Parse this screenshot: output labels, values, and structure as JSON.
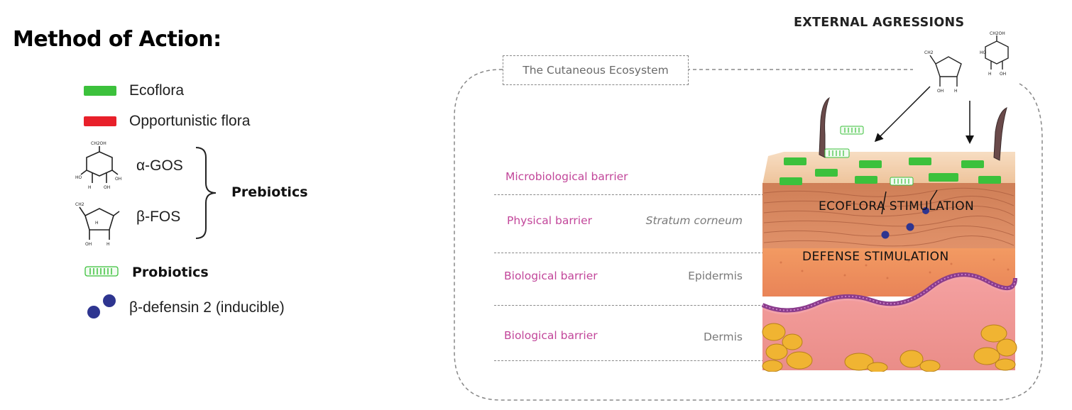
{
  "title": "Method of Action:",
  "legend": {
    "ecoflora": "Ecoflora",
    "opportunistic": "Opportunistic flora",
    "alpha_gos": "α-GOS",
    "beta_fos": "β-FOS",
    "prebiotics": "Prebiotics",
    "probiotics": "Probiotics",
    "defensin": "β-defensin 2 (inducible)"
  },
  "diagram": {
    "ecosystem_title": "The Cutaneous Ecosystem",
    "external": "EXTERNAL AGRESSIONS",
    "layers": [
      {
        "label": "Microbiological barrier",
        "sub": ""
      },
      {
        "label": "Physical barrier",
        "sub": "Stratum corneum"
      },
      {
        "label": "Biological barrier",
        "sub": "Epidermis"
      },
      {
        "label": "Biological barrier",
        "sub": "Dermis"
      }
    ],
    "ecoflora_stimulation": "ECOFLORA STIMULATION",
    "defense_stimulation": "DEFENSE STIMULATION"
  },
  "colors": {
    "ecoflora": "#3cc13c",
    "opportunistic": "#e8202a",
    "defensin": "#2e3590",
    "layer_label": "#c2469a"
  }
}
